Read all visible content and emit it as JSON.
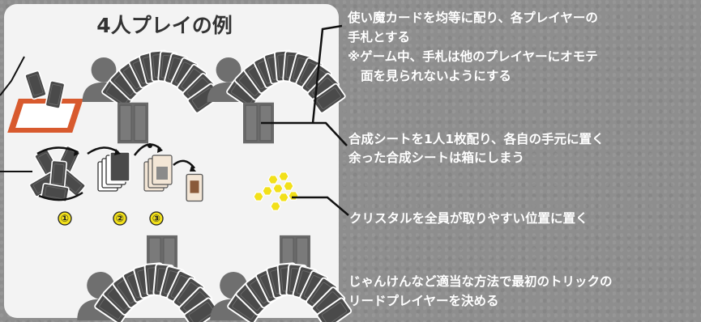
{
  "title": "4人プレイの例",
  "colors": {
    "panel": "#f3f3f3",
    "silhouette": "#6f6f6f",
    "card_back": "#4a4a4a",
    "sheet": "#6a6a6a",
    "tray": "#d85a2e",
    "crystal": "#f2e01a",
    "number_badge": "#f2e01a"
  },
  "steps": [
    "①",
    "②",
    "③"
  ],
  "notes": {
    "deal_cards": {
      "line1": "使い魔カードを均等に配り、各プレイヤーの",
      "line2": "手札とする",
      "line3": "※ゲーム中、手札は他のプレイヤーにオモテ",
      "line4": "面を見られないようにする"
    },
    "sheets": {
      "line1": "合成シートを1人1枚配り、各自の手元に置く",
      "line2": "余った合成シートは箱にしまう"
    },
    "crystals": {
      "line1": "クリスタルを全員が取りやすい位置に置く"
    },
    "lead": {
      "line1": "じゃんけんなど適当な方法で最初のトリックの",
      "line2": "リードプレイヤーを決める"
    }
  }
}
